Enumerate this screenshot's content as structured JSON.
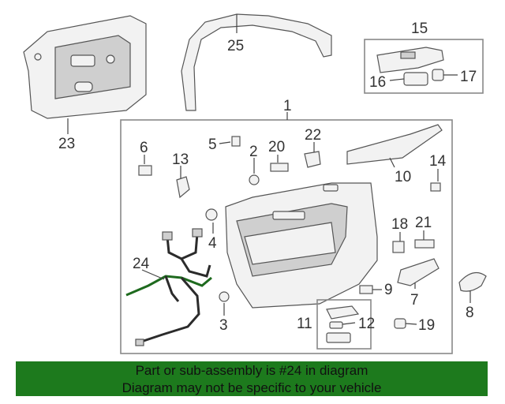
{
  "callouts": {
    "c1": "1",
    "c2": "2",
    "c3": "3",
    "c4": "4",
    "c5": "5",
    "c6": "6",
    "c7": "7",
    "c8": "8",
    "c9": "9",
    "c10": "10",
    "c11": "11",
    "c12": "12",
    "c13": "13",
    "c14": "14",
    "c15": "15",
    "c16": "16",
    "c17": "17",
    "c18": "18",
    "c19": "19",
    "c20": "20",
    "c21": "21",
    "c22": "22",
    "c23": "23",
    "c24": "24",
    "c25": "25"
  },
  "footer": {
    "line1": "Part or sub-assembly is #24 in diagram",
    "line2": "Diagram may not be specific to your vehicle"
  },
  "colors": {
    "footer_background": "#1d7a1d",
    "highlight_part": "#1e6a1e"
  }
}
